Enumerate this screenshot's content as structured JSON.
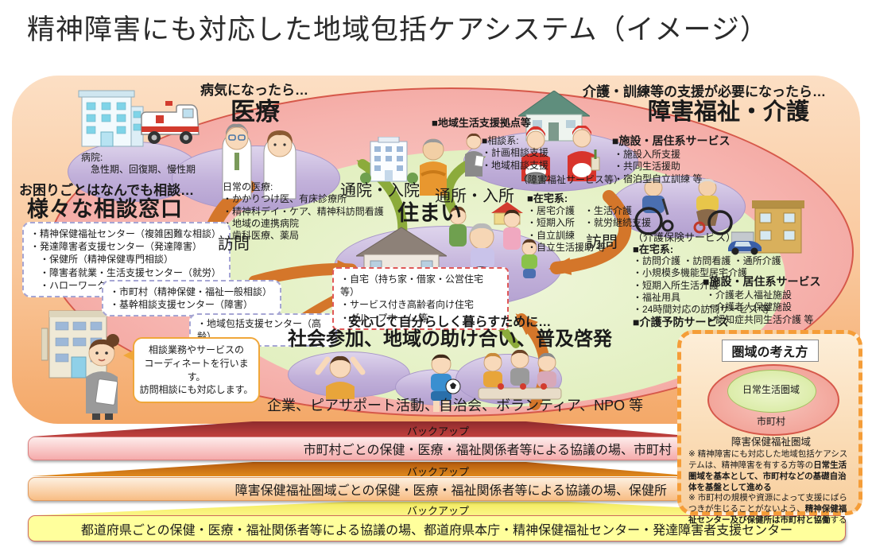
{
  "title": "精神障害にも対応した地域包括ケアシステム（イメージ）",
  "medical": {
    "trigger": "病気になったら…",
    "heading": "医療",
    "hospital_phases": [
      "病院:",
      "　急性期、回復期、慢性期"
    ],
    "daily_care": [
      "日常の医療:",
      "・かかりつけ医、有床診療所",
      "・精神科デイ・ケア、精神科訪問看護",
      "・地域の連携病院",
      "・歯科医療、薬局"
    ],
    "flow_hospital": "通院・入院"
  },
  "welfare": {
    "trigger": "介護・訓練等の支援が必要になったら…",
    "heading": "障害福祉・介護",
    "base_label": "■地域生活支援拠点等",
    "consult": [
      "■相談系:",
      "・計画相談支援",
      "・地域相談支援"
    ],
    "consult_note": "（障害福祉サービス等）",
    "facility_head": "■施設・居住系サービス",
    "facility_items": [
      "・施設入所支援",
      "・共同生活援助",
      "・宿泊型自立訓練 等"
    ],
    "home_head": "■在宅系:",
    "home_items": [
      "・居宅介護　・生活介護",
      "・短期入所　・就労継続支援",
      "・自立訓練",
      "・自立生活援助 等"
    ],
    "flow_day": "通所・入所",
    "visit_right": "訪問"
  },
  "kaigo": {
    "label": "（介護保険サービス）",
    "home_head": "■在宅系:",
    "home_items": [
      "・訪問介護 ・訪問看護 ・通所介護",
      "・小規模多機能型居宅介護",
      "・短期入所生活介護",
      "・福祉用具",
      "・24時間対応の訪問サービス 等"
    ],
    "prevention_head": "■介護予防サービス",
    "facility_head": "■施設・居住系サービス",
    "facility_items": [
      "・介護老人福祉施設",
      "・介護老人保健施設",
      "・認知症共同生活介護 等"
    ]
  },
  "consultation": {
    "trigger": "お困りごとはなんでも相談…",
    "heading": "様々な相談窓口",
    "box1": [
      "・精神保健福祉センター（複雑困難な相談）",
      "・発達障害者支援センター（発達障害）",
      "　・保健所（精神保健専門相談）",
      "　・障害者就業・生活支援センター（就労）",
      "　・ハローワーク（就労）"
    ],
    "box2": [
      "・市町村（精神保健・福祉一般相談）",
      "・基幹相談支援センター（障害）"
    ],
    "box3": "・地域包括支援センター（高齢）",
    "visit_left": "訪問",
    "bubble": [
      "相談業務やサービスの",
      "コーディネートを行います。",
      "訪問相談にも対応します。"
    ]
  },
  "home": {
    "heading": "住まい",
    "types": [
      "・自宅（持ち家・借家・公営住宅等）",
      "・サービス付き高齢者向け住宅",
      "・グループホーム 等"
    ]
  },
  "community": {
    "lead": "安心して自分らしく暮らすために…",
    "heading": "社会参加、地域の助け合い、普及啓発",
    "actors": "企業、ピアサポート活動、自治会、ボランティア、NPO 等"
  },
  "region_box": {
    "title": "圏域の考え方",
    "inner_ellipse": "日常生活圏域",
    "outer_ellipse": "市町村",
    "caption": "障害保健福祉圏域",
    "note1_pre": "※ 精神障害にも対応した地域包括ケアシステムは、精神障害を有する方等の",
    "note1_bold": "日常生活圏域を基本として、市町村などの基礎自治体を基盤として進める",
    "note2_pre": "※ 市町村の規模や資源によって支援にばらつきが生じることがないよう、",
    "note2_bold": "精神保健福祉センター及び保健所は市町村と協働",
    "note2_post": "する"
  },
  "backup": {
    "label": "バックアップ",
    "bar1": "市町村ごとの保健・医療・福祉関係者等による協議の場、市町村",
    "bar2": "障害保健福祉圏域ごとの保健・医療・福祉関係者等による協議の場、保健所",
    "bar3": "都道府県ごとの保健・医療・福祉関係者等による協議の場、都道府県本庁・精神保健福祉センター・発達障害者支援センター"
  },
  "icons": [
    "hospital-icon",
    "ambulance-icon",
    "doctors-icon",
    "city-hospital-icon",
    "old-man-icon",
    "green-house-icon",
    "helpers-icon",
    "small-woman-icon",
    "wheelchair-pair-icon",
    "yellow-house-icon",
    "car-icon",
    "center-house-icon",
    "family-icon",
    "office-building-icon",
    "coordinator-icon",
    "cheer-man-icon",
    "soccer-boy-icon",
    "women-table-icon"
  ],
  "colors": {
    "container_peach": "#f8c69a",
    "pink_ellipse": "#f4aaa4",
    "green_ellipse": "#e2f0bf",
    "purple_ellipse": "#c2b1da",
    "orange_arrow": "#d4762a",
    "green_arrow": "#8cab3b",
    "backup_red": "#a93336",
    "backup_orange": "#d9731a",
    "backup_yellow": "#f7f06a",
    "bar_pink": "#f4a9a9",
    "bar_peach": "#f8bd84",
    "bar_yellow": "#ffff9c",
    "region_border": "#f59d38"
  }
}
